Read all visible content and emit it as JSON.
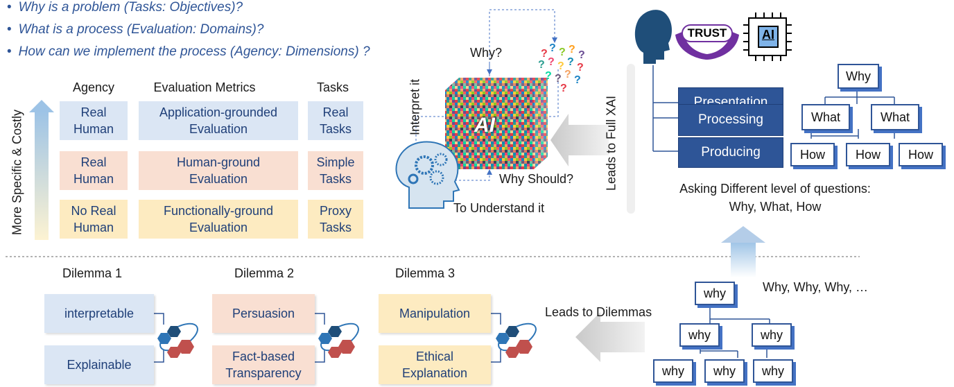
{
  "questions": [
    "Why is a problem (Tasks: Objectives)?",
    "What is a process (Evaluation: Domains)?",
    "How can we implement the process (Agency: Dimensions) ?"
  ],
  "table": {
    "headers": [
      "Agency",
      "Evaluation Metrics",
      "Tasks"
    ],
    "side_label": "More Specific & Costly",
    "rows": [
      {
        "agency": [
          "Real",
          "Human"
        ],
        "metric": [
          "Application-grounded",
          "Evaluation"
        ],
        "task": [
          "Real",
          "Tasks"
        ]
      },
      {
        "agency": [
          "Real",
          "Human"
        ],
        "metric": [
          "Human-ground",
          "Evaluation"
        ],
        "task": [
          "Simple",
          "Tasks"
        ]
      },
      {
        "agency": [
          "No Real",
          "Human"
        ],
        "metric": [
          "Functionally-ground",
          "Evaluation"
        ],
        "task": [
          "Proxy",
          "Tasks"
        ]
      }
    ]
  },
  "ai_cycle": {
    "cube_label": "AI",
    "why": "Why?",
    "why_should": "Why Should?",
    "interpret": "Interpret it",
    "understand": "To Understand it",
    "leads_full": "Leads to Full XAI"
  },
  "trust": {
    "trust_label": "TRUST",
    "ai_chip": "AI"
  },
  "process_boxes": [
    "Presentation",
    "Processing",
    "Producing"
  ],
  "question_tree_top": {
    "root": "Why",
    "level2": [
      "What",
      "What"
    ],
    "level3": [
      "How",
      "How",
      "How"
    ]
  },
  "asking": [
    "Asking Different level of questions:",
    "Why, What, How"
  ],
  "dilemmas": {
    "titles": [
      "Dilemma 1",
      "Dilemma 2",
      "Dilemma 3"
    ],
    "pairs": [
      [
        "interpretable",
        "Explainable"
      ],
      [
        "Persuasion",
        "Fact-based Transparency"
      ],
      [
        "Manipulation",
        "Ethical Explanation"
      ]
    ],
    "pair_lines": [
      [
        [
          "interpretable"
        ],
        [
          "Explainable"
        ]
      ],
      [
        [
          "Persuasion"
        ],
        [
          "Fact-based",
          "Transparency"
        ]
      ],
      [
        [
          "Manipulation"
        ],
        [
          "Ethical",
          "Explanation"
        ]
      ]
    ]
  },
  "bottom_tree": {
    "root": "why",
    "level2": [
      "why",
      "why"
    ],
    "level3": [
      "why",
      "why",
      "why"
    ],
    "chain": "Why, Why, Why, …",
    "leads": "Leads to Dilemmas"
  },
  "colors": {
    "primary": "#2e5597",
    "blue_cell": "#dbe6f4",
    "pink_cell": "#f9dfd2",
    "yellow_cell": "#fdebc1",
    "hex_red": "#c0504d"
  }
}
